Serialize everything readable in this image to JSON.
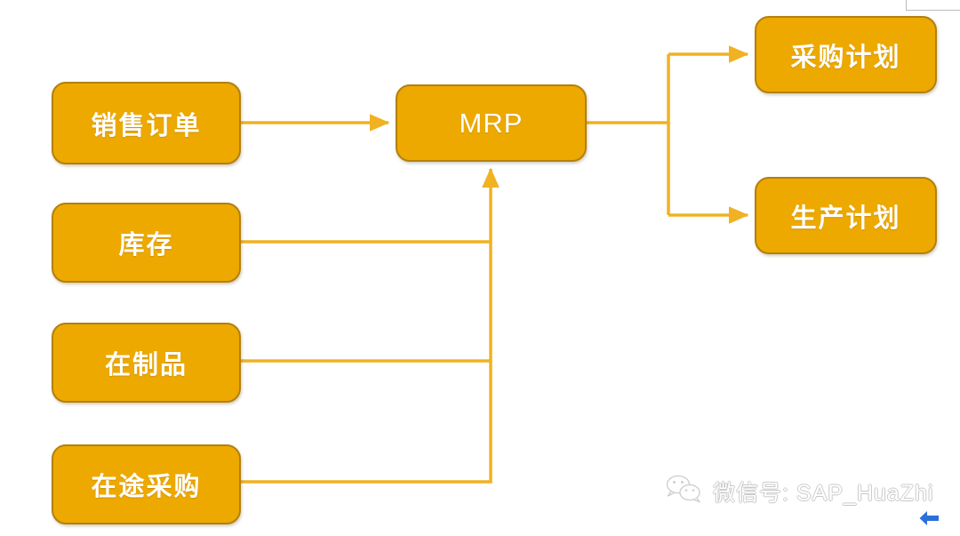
{
  "diagram": {
    "title_text": "MRP",
    "accent_color": "#EDA900",
    "border_color": "#B3800D",
    "connector_color": "#F0B222",
    "label_color": "#FFFFFF",
    "background": "#FFFFFF",
    "nodes": [
      {
        "id": "sales",
        "label": "销售订单",
        "role": "input"
      },
      {
        "id": "stock",
        "label": "库存",
        "role": "input"
      },
      {
        "id": "wip",
        "label": "在制品",
        "role": "input"
      },
      {
        "id": "transit",
        "label": "在途采购",
        "role": "input"
      },
      {
        "id": "mrp",
        "label": "MRP",
        "role": "process"
      },
      {
        "id": "purchase_plan",
        "label": "采购计划",
        "role": "output"
      },
      {
        "id": "production_plan",
        "label": "生产计划",
        "role": "output"
      }
    ],
    "edges": [
      {
        "from": "sales",
        "to": "mrp",
        "style": "arrow"
      },
      {
        "from": "stock",
        "to": "mrp",
        "style": "elbow"
      },
      {
        "from": "wip",
        "to": "mrp",
        "style": "elbow"
      },
      {
        "from": "transit",
        "to": "mrp",
        "style": "elbow-arrow"
      },
      {
        "from": "mrp",
        "to": "purchase_plan",
        "style": "branch-arrow"
      },
      {
        "from": "mrp",
        "to": "production_plan",
        "style": "branch-arrow"
      }
    ]
  },
  "watermark": {
    "icon": "wechat-icon",
    "text": "微信号: SAP_HuaZhi"
  },
  "overlay": {
    "back_arrow_icon": "back-arrow-icon",
    "back_arrow_color": "#2A6FDB"
  }
}
